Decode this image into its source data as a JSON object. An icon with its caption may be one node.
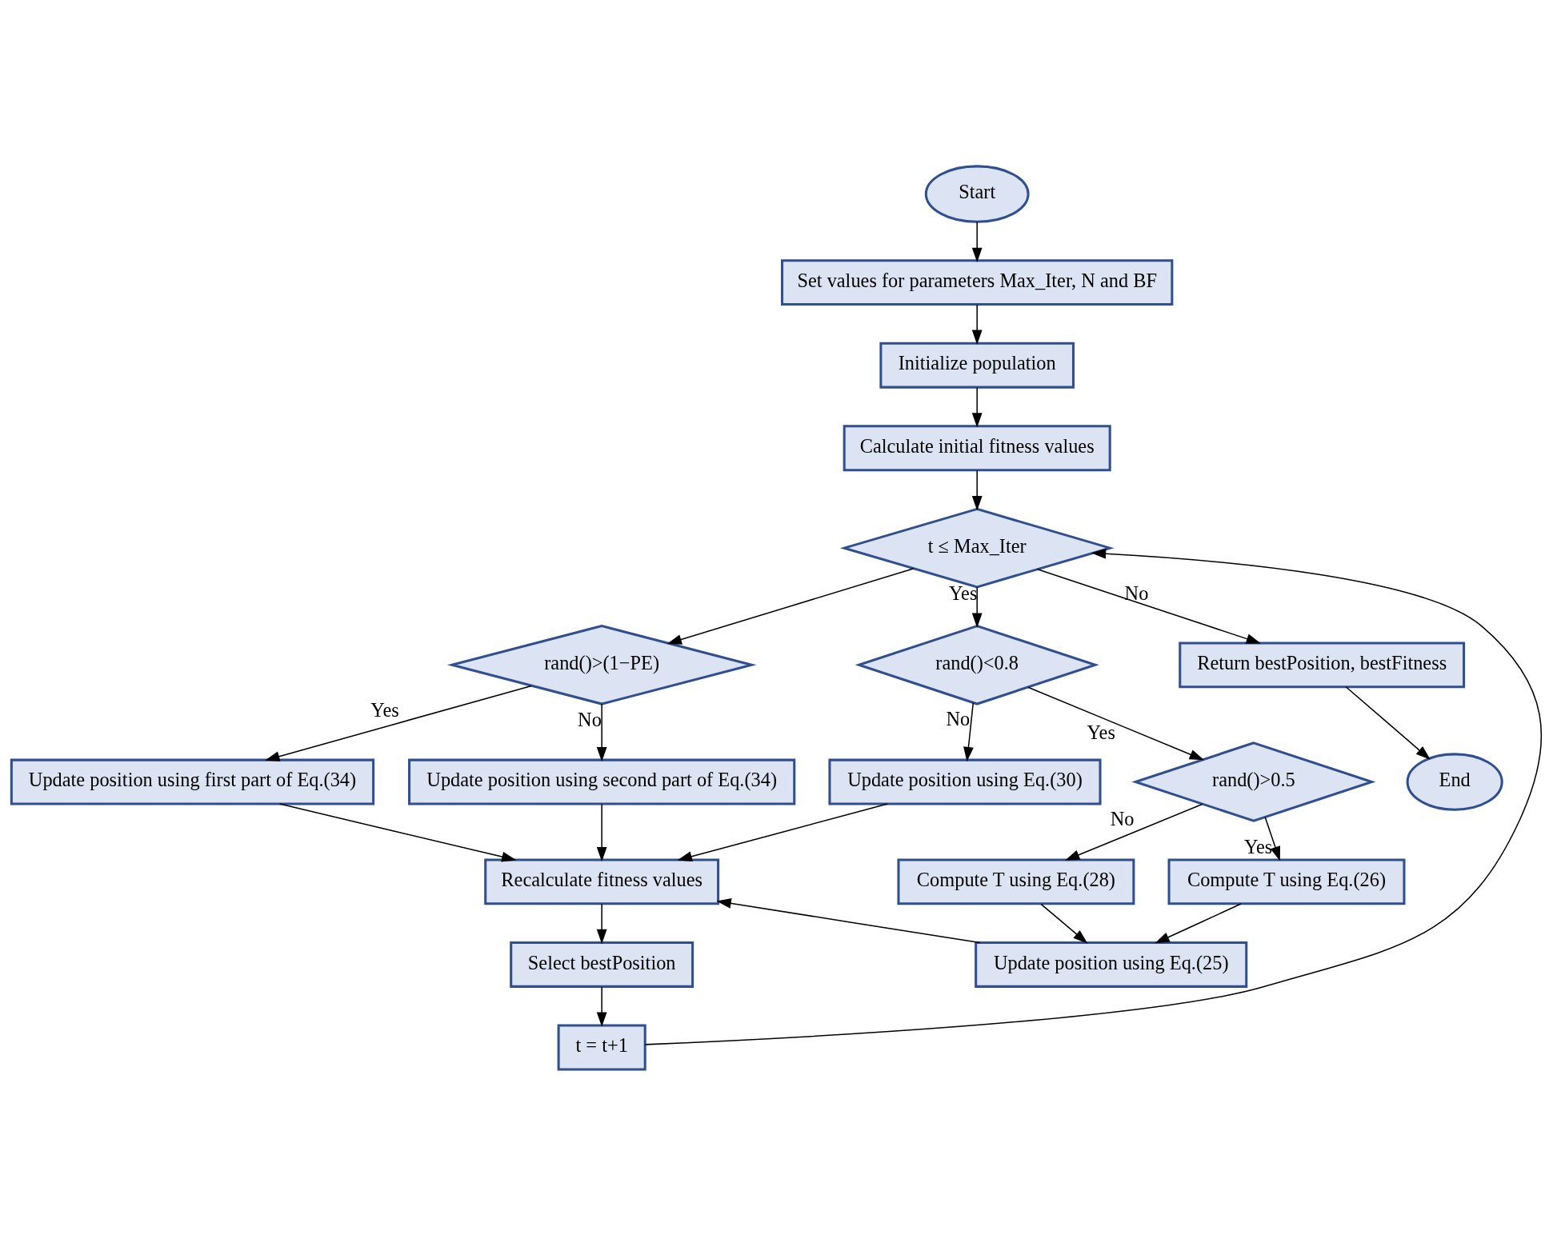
{
  "diagram": {
    "nodes": [
      {
        "text": [
          "Start"
        ]
      },
      {
        "text": [
          "Set values for parameters Max_Iter, N and BF"
        ]
      },
      {
        "text": [
          "Initialize population"
        ]
      },
      {
        "text": [
          "Calculate initial fitness values"
        ]
      },
      {
        "text": [
          "t ≤ Max_Iter"
        ]
      },
      {
        "text": [
          "rand()>(1−PE)"
        ]
      },
      {
        "text": [
          "rand()<0.8"
        ]
      },
      {
        "text": [
          "rand()>0.5"
        ]
      },
      {
        "text": [
          "Update position using first part of Eq.(34)"
        ]
      },
      {
        "text": [
          "Update position using Eq.(30)"
        ]
      },
      {
        "text": [
          "Update position using second part of Eq.(34)"
        ]
      },
      {
        "text": [
          "Compute T using Eq.(28)"
        ]
      },
      {
        "text": [
          "Compute T using Eq.(26)"
        ]
      },
      {
        "text": [
          "Recalculate fitness values"
        ]
      },
      {
        "text": [
          "Update position using Eq.(25)"
        ]
      },
      {
        "text": [
          "Select bestPosition"
        ]
      },
      {
        "text": [
          "t = t+1"
        ]
      },
      {
        "text": [
          "Return bestPosition, bestFitness"
        ]
      },
      {
        "text": [
          "End"
        ]
      }
    ],
    "edges": [
      {
        "from": 0,
        "to": 1,
        "arrow": "to"
      },
      {
        "from": 1,
        "to": 2,
        "arrow": "to"
      },
      {
        "from": 2,
        "to": 3,
        "arrow": "to"
      },
      {
        "from": 3,
        "to": 4,
        "arrow": "to"
      },
      {
        "from": 4,
        "to": 17,
        "arrow": "to",
        "label": "No"
      },
      {
        "from": 4,
        "to": 6,
        "arrow": "to",
        "label": "Yes"
      },
      {
        "from": 4,
        "to": 5,
        "arrow": "to"
      },
      {
        "from": 5,
        "to": 10,
        "arrow": "to",
        "label": "No"
      },
      {
        "from": 5,
        "to": 8,
        "arrow": "to",
        "label": "Yes"
      },
      {
        "from": 6,
        "to": 9,
        "arrow": "to",
        "label": "No"
      },
      {
        "from": 6,
        "to": 7,
        "arrow": "to",
        "label": "Yes"
      },
      {
        "from": 7,
        "to": 11,
        "arrow": "to",
        "label": "No"
      },
      {
        "from": 7,
        "to": 12,
        "arrow": "to",
        "label": "Yes"
      },
      {
        "from": 8,
        "to": 13,
        "arrow": "to"
      },
      {
        "from": 10,
        "to": 13,
        "arrow": "to"
      },
      {
        "from": 9,
        "to": 13,
        "arrow": "to"
      },
      {
        "from": 11,
        "to": 14,
        "arrow": "to"
      },
      {
        "from": 12,
        "to": 14,
        "arrow": "to"
      },
      {
        "from": 14,
        "to": 13,
        "arrow": "to"
      },
      {
        "from": 13,
        "to": 15,
        "arrow": "to"
      },
      {
        "from": 15,
        "to": 16,
        "arrow": "to"
      },
      {
        "from": 16,
        "to": 4,
        "arrow": "to"
      },
      {
        "from": 17,
        "to": 18,
        "arrow": "to"
      }
    ]
  }
}
